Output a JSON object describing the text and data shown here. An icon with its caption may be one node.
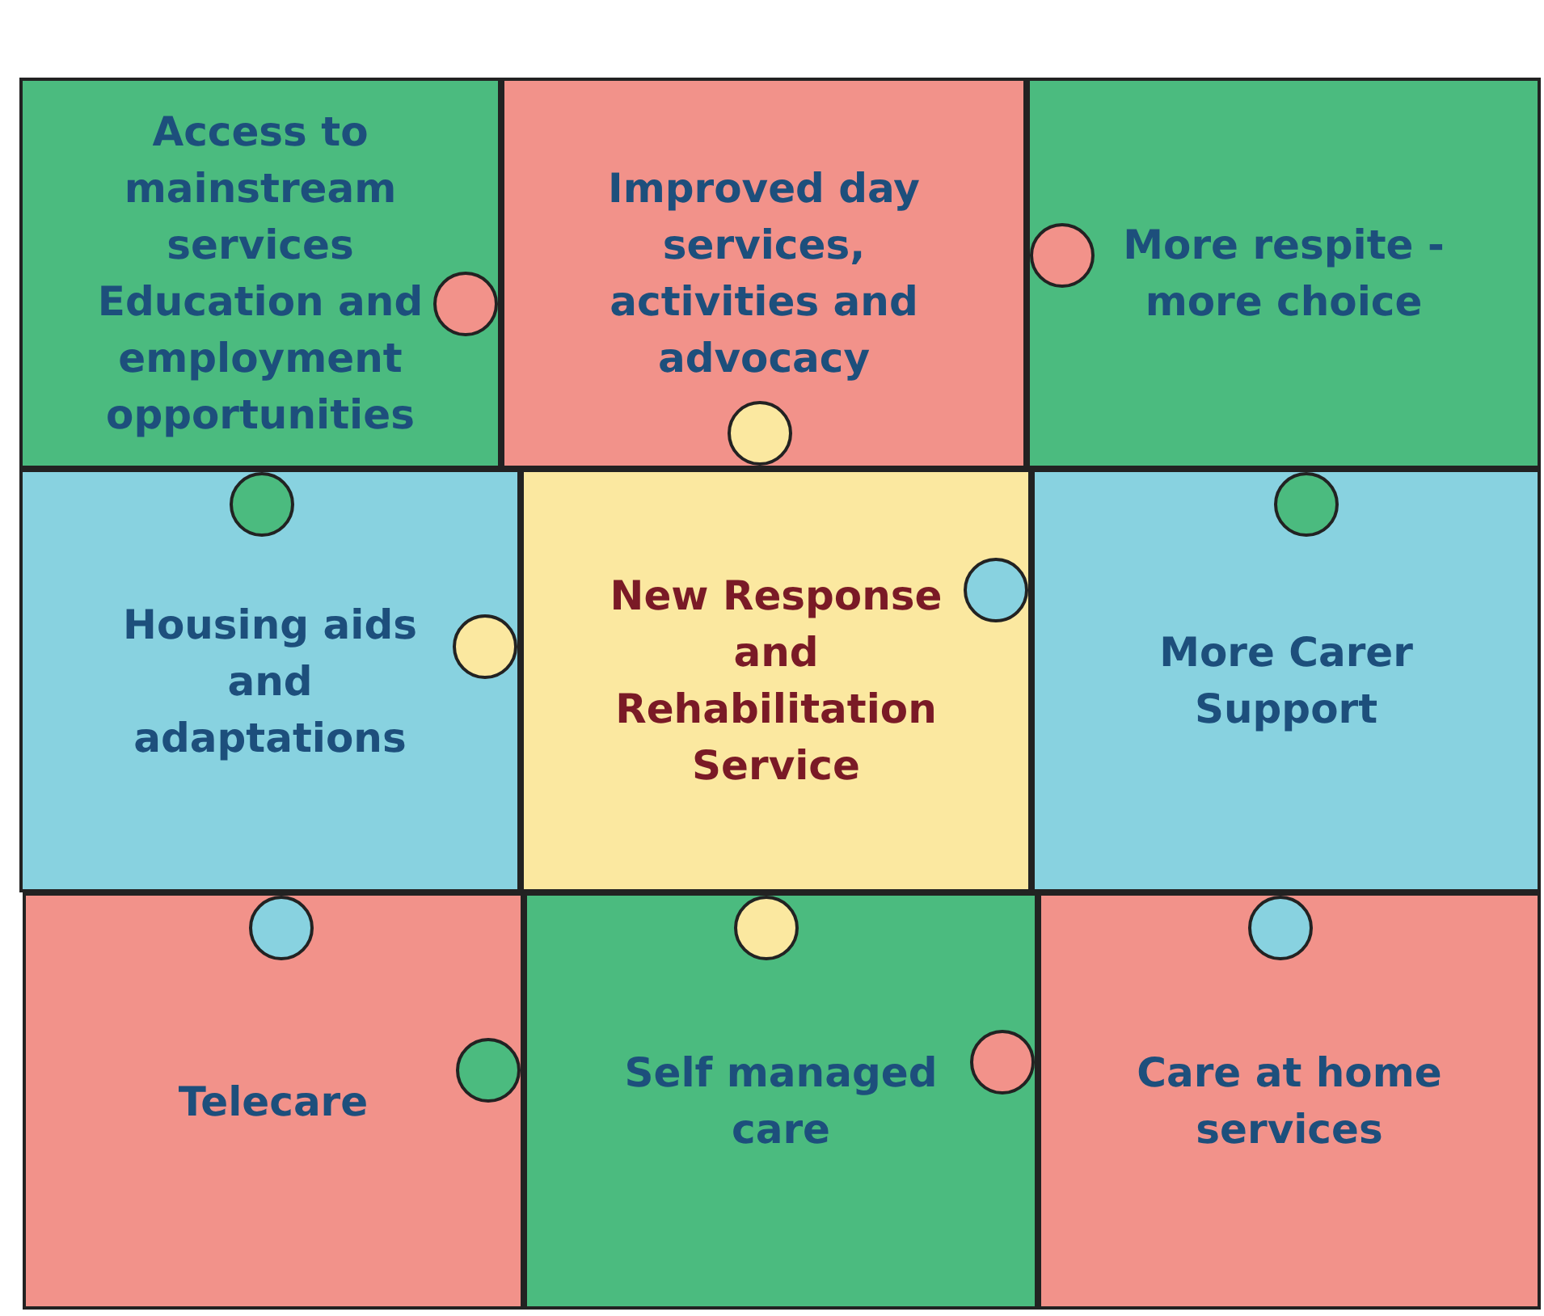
{
  "diagram": {
    "nodes": [
      {
        "text": [
          "Access to mainstream services Education and employment opportunities"
        ]
      },
      {
        "text": [
          "Improved day services, activities and advocacy"
        ]
      },
      {
        "text": [
          "More respite - more choice"
        ]
      },
      {
        "text": [
          "Housing aids and adaptations"
        ]
      },
      {
        "text": [
          "New Response and Rehabilitation Service"
        ]
      },
      {
        "text": [
          "More Carer Support"
        ]
      },
      {
        "text": [
          "Telecare"
        ]
      },
      {
        "text": [
          "Self managed care"
        ]
      },
      {
        "text": [
          "Care at home services"
        ]
      }
    ]
  }
}
